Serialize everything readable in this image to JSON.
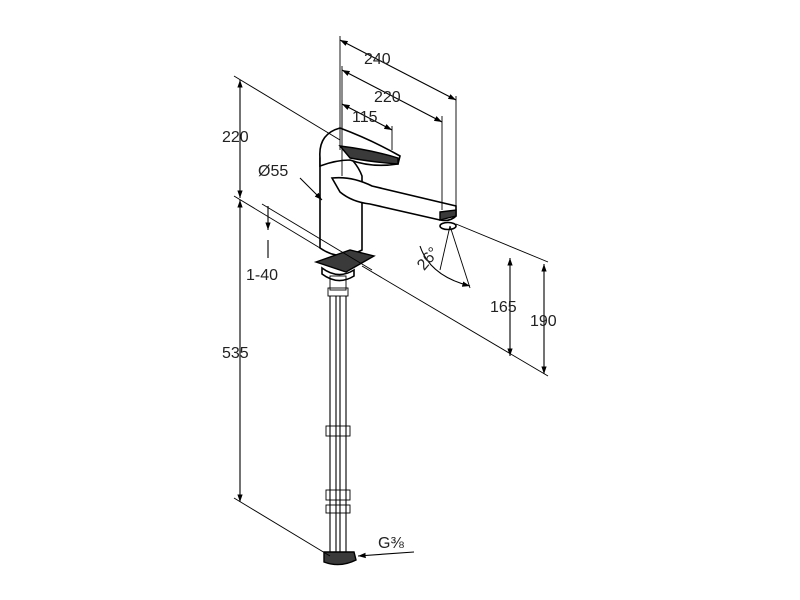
{
  "dimensions": {
    "width_240": "240",
    "width_220": "220",
    "width_115": "115",
    "height_220": "220",
    "diameter": "Ø55",
    "deck_thickness": "1-40",
    "total_length": "535",
    "angle": "26°",
    "spout_height_165": "165",
    "spout_height_190": "190",
    "thread": "G⅜"
  }
}
